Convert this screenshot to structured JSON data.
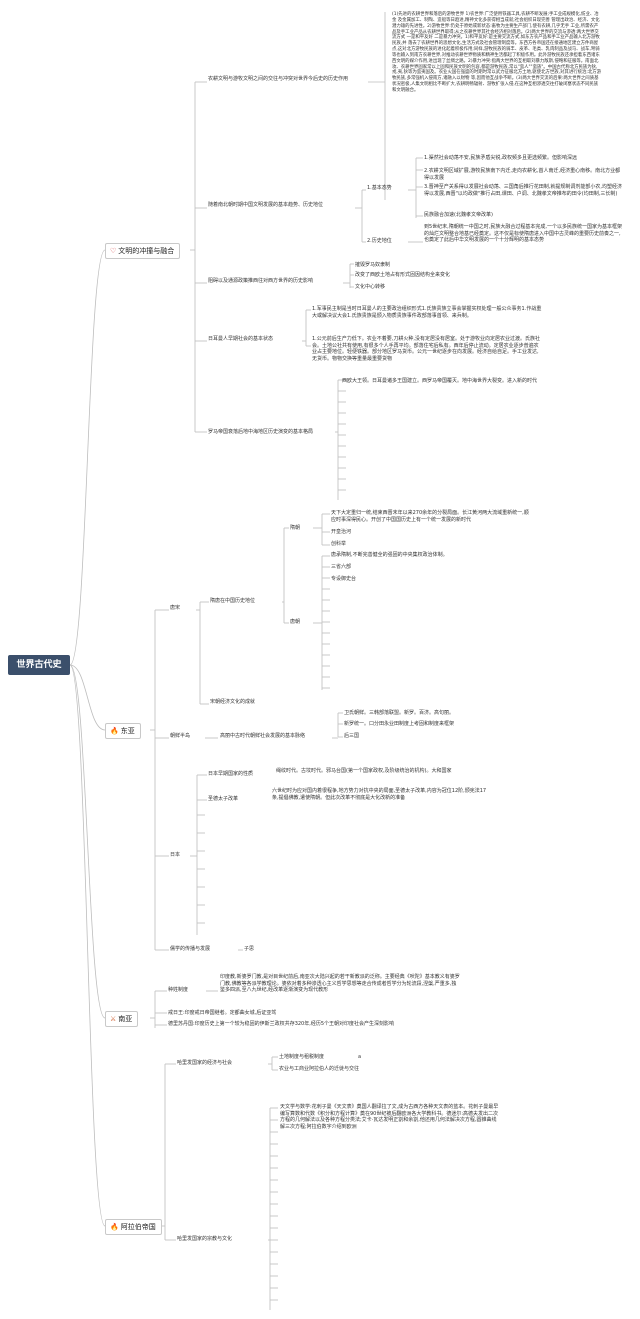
{
  "root": "世界古代史",
  "categories": {
    "c1": {
      "label": "文明的冲撞与融合",
      "icon": "heart-icon"
    },
    "c2": {
      "label": "东亚",
      "icon": "fire-icon"
    },
    "c3": {
      "label": "南亚",
      "icon": "crossed-swords-icon"
    },
    "c4": {
      "label": "阿拉伯帝国",
      "icon": "fire-icon"
    }
  },
  "c1": {
    "n1": "农耕文明与游牧文明之间的交往与冲突对世界今后史的历史作用",
    "n1_text": "(1)先进的农耕世界和落后的游牧世界 1)农世界:广泛使用铁器工具,农耕不断发展;手工业成规模化,纺业、冶金 及金属加工、制陶、造船等日趋进,精神文化多获得相当成就;社会组织日现完善 管理出政治、经济、文化潜力雄的先进性。2)游牧世界:仍处于原始或新状态:畜牧为主要生产部门,使有农耕,几乎无手 工业,所需农产品及手工业产品从农耕世界取得;从之农耕世界其社会经济相对落后。(2)两大世界的交流与渗透:两大世界交流方式 一是和平友好 二是暴力冲突。1)和平友好:是主要交流方式,如东方农产品和手工业产品输入北方游牧民族,并 落去了农耕世界的思想文化,生活方式及社会管理制度等。东西方各帝国还在接通地区建立方件商屋点,这对北方游牧民族的进化起着积极作用;同样,游牧民族的骑丰、皮革、毛类、乳肉制品及战马、战车,弩骑等也输入到南方农耕世界,对推动农耕世界物质和精神生活都起了积极作用。此外游牧民族还承担着东西诸东西文明的媒介作用,进出现了丝绸之路。2)暴力冲突:指两大世界的互相取刘暴力敌斯,侵略和征服等。南面北攻、农耕世界固家常以上固和民族文明的包容,都是游牧民族,常以\"蛮人\"\"蛮族\"。中国古代称北方民族为狄,戎,夷,狄等为蛮夷国及。农业火国在强盛的时期时常以武力征服北方土地,驱使北方世族,对其进行统治;北方游牧民族,多常强机入侵南方,诸融入以财物 等,因而他互战争不断。(3)两大世界交流的后果:两大世界之间质基状况密极,人集文明相比不断扩大,农耕明畅辐射、游牧扩张入侵,在这种互相渗透交往打破闭塞状态不同民族和文明融合。",
    "n2": "随着南北朝时期中国文明发展的基本趋势、历史地位",
    "n2a": "1.基本态势",
    "n2a_items": [
      "1.渠然社会动荡不安,民族矛盾尖锐,政权频多且更选频繁。但影响深远",
      "2.农耕文明区域扩展,游牧民族南下内迁,走向农耕化,首人南迁,经济重心南移。南北方业都得以发展",
      "3.晋神至产关系得以发展社会动荡、三国角后推行花田制,就提规制调剂能部小农,均塑经济得以发展,西晋\"以均政做\"推行占田,课田、户调、北魏孝文帝推布的田令(均田制,三长制)",
      "民族融合加速(北魏孝文帝改革)"
    ],
    "n2b": "2.历史地位",
    "n2b_text": "到5世纪末,隋朝统一中国之时,民族大融合过程基本完成,一个以多民族统一国家为基本框架的灿烂文明整合地基已经奠定。这不仅是标使隋唐进入中国中古灵峰的重要历史前奏之一,也奠定了此后中华文明发展的一个十分辉明的基本态势",
    "n3": "阻碍以及通源政策推西往对西方世界的历史影响",
    "n3_items": [
      "摧毁罗马奴隶制",
      "改变了西欧土地占有形式固因结构全来变化",
      "文化中心转移"
    ],
    "n4": "日耳曼人早期社会的基本状态",
    "n4_items": [
      "1.军事民主制是当时日耳曼人的主要政治组织形式1.氏族贵族立事会掌握实权处理一般公众事务1.作战重大或解决议大会1.氏族贵族是颁入物质贵族事件政部落事首领、来兵制。",
      "1.公元前后生产力低下。农业不着要,刀耕火种,没有定居没有居室。处于游牧业向定居农业过渡。氏族社会。土地公社共有使用,有很多个人手再平均。部落住宅后私有。西年后停止流动。定居农业逐步普遍农业占主要地位。轻便铁器。部分地区罗马货币。公元一世纪逐步在向发展。经济自给自足。手工业发达,无货币。物物交换等重量最重要货物"
    ],
    "n5": "罗马帝国衰落后地中海地区历史演变的基本格局",
    "n5_items": [
      "西欧大王领。日耳曼诸多王国建立。西罗马帝国覆灭。地中海世界大裂变。进入新的时代"
    ]
  },
  "c2": {
    "tang": "唐宋",
    "sui_tang_pos": "隋唐在中国历史地位",
    "suichao": "隋朝",
    "suichao_items": [
      "天下大定重归一统,结束西晋末年以来270余年的分裂局面。长江黄河两大流域重新统一,顺应时事深得民心。开创了中国国历史上有一个统一发展的新时代",
      "开皇治河",
      "创科举"
    ],
    "tangchao": "唐朝",
    "tangchao_items": [
      "唐承隋制,不断完善健全的强固的中央集权政治体制。",
      "三省六部",
      "专设御史台"
    ],
    "songyuan": "宋朝经济文化的成就",
    "chaoxian": "朝鲜半岛",
    "chaoxian_sub": "高丽中古时代朝鲜社会发展的基本脉络",
    "chaoxian_items": [
      "卫氏朝鲜。三韩部落联盟。新罗。百济。高句丽。",
      "新罗统一。口分田永业田制度上考固和制度来框架",
      "后三国"
    ],
    "japan": "日本",
    "japan_n1": "日本早期国家的性质",
    "japan_n1_text": "绳纹时代。古坟时代。邪马台国(第一个国家政权,及阶级统治的机构)。大和国家",
    "japan_n2": "圣德太子改革",
    "japan_n2_text": "六世纪时为应对国内着很程争,地方势力对抗中央的局面,圣德太子改革,内容为冠位12阶,颁宪法17条,提倡佛教,遣使隋朝。但此次改革不彻底是大化改新的准备",
    "ruxue": "儒学的传播与发展",
    "ruxue_item": "子思"
  },
  "c3": {
    "n1": "种姓制度",
    "n1_text": "印度教,新婆罗门教,是对目世纪前后,南亚次大陆兴起的若干新教派的泛称。主要经典《吠陀》基本教义有婆罗门教,佛教等各派学教理论。婆依对着多种渗透心主义哲学思想等走合传成者哲学分为轮流段,涅槃,严重多,独鉴多四派,至八九世纪,经改革逐渐演变为现代教形",
    "n2": "戒日王:印度戒日帝国继者。定都曲女城,后证亚驾",
    "n3": "德里苏丹国:印度历史上第一个较为稳固的伊斯兰政权共存320年,经历5个王朝对印度社会产生深刻影响"
  },
  "c4": {
    "n1": "哈里发国家的经济与社会",
    "n1_items": [
      "土地制度与租税制度",
      "农业与工商业阿拉伯人的迁徙与交往"
    ],
    "n1_side": "a",
    "n2": "哈里发国家的宗教与文化",
    "n2_text": "天文学与数学:花刺子曼《天文表》奠国人翻译拉了文,成为古西方各种天文表的蓝本。花刺子曼最早编写算数和代数《积分和方程计算》奠在90世纪被后翻欧洲各大学教科书。德迷尔:高德夫发出二次方程的几何解法以及各种方程分类法;艾卡·瓦达发明正割和余割,他还用几何法解决次方程,圆锥曲线解三次方程;阿拉伯数字介绍到欧洲"
  }
}
